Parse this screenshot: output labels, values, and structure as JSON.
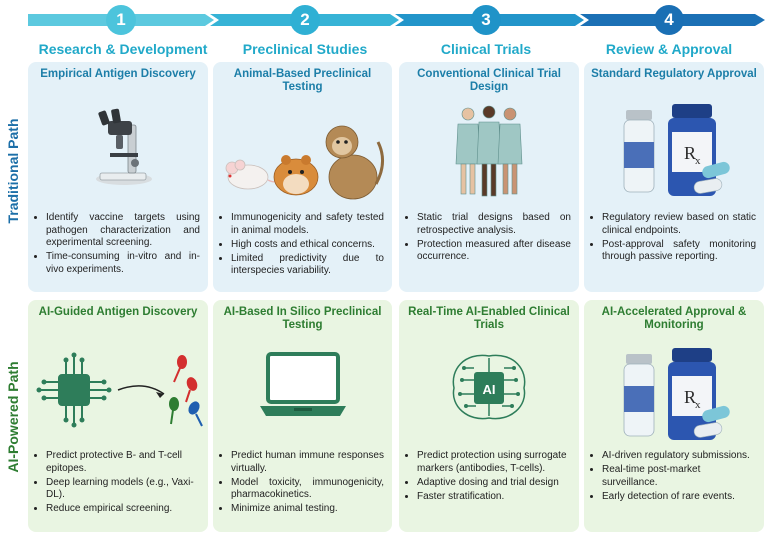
{
  "steps": [
    {
      "number": "1",
      "title": "Research & Development"
    },
    {
      "number": "2",
      "title": "Preclinical Studies"
    },
    {
      "number": "3",
      "title": "Clinical Trials"
    },
    {
      "number": "4",
      "title": "Review & Approval"
    }
  ],
  "rows": {
    "traditional": {
      "label": "Traditional Path",
      "panels": [
        {
          "title": "Empirical Antigen Discovery",
          "bullets": [
            "Identify vaccine targets using pathogen characterization and experimental screening.",
            "Time-consuming in-vitro and in-vivo experiments."
          ]
        },
        {
          "title": "Animal-Based Preclinical Testing",
          "bullets": [
            "Immunogenicity and safety tested in animal models.",
            "High costs and ethical concerns.",
            "Limited predictivity due to interspecies variability."
          ]
        },
        {
          "title": "Conventional Clinical Trial Design",
          "bullets": [
            "Static trial designs based on retrospective analysis.",
            "Protection measured after disease occurrence."
          ]
        },
        {
          "title": "Standard Regulatory Approval",
          "bullets": [
            "Regulatory review based on static clinical endpoints.",
            "Post-approval safety monitoring through passive reporting."
          ]
        }
      ]
    },
    "ai": {
      "label": "AI-Powered Path",
      "panels": [
        {
          "title": "AI-Guided Antigen Discovery",
          "bullets": [
            "Predict protective B- and T-cell epitopes.",
            "Deep learning models (e.g., Vaxi-DL).",
            "Reduce empirical screening."
          ]
        },
        {
          "title": "AI-Based In Silico Preclinical Testing",
          "bullets": [
            "Predict human immune responses virtually.",
            "Model toxicity, immunogenicity, pharmacokinetics.",
            "Minimize animal testing."
          ]
        },
        {
          "title": "Real-Time AI-Enabled Clinical Trials",
          "bullets": [
            "Predict protection using surrogate markers (antibodies, T-cells).",
            "Adaptive dosing and trial design",
            "Faster stratification."
          ]
        },
        {
          "title": "AI-Accelerated Approval & Monitoring",
          "bullets": [
            "AI-driven regulatory submissions.",
            "Real-time post-market surveillance.",
            "Early detection of rare events."
          ]
        }
      ]
    }
  },
  "icons": {
    "chip_label": "AI",
    "rx_label": "Rx"
  },
  "colors": {
    "step1": "#4cc4dc",
    "step2": "#2fb0d4",
    "step3": "#1f93c8",
    "step4": "#1a6fb4",
    "trad_bg": "#e4f1f8",
    "ai_bg": "#e9f5e2",
    "trad_label": "#1c6fa8",
    "ai_label": "#2e7d32"
  }
}
